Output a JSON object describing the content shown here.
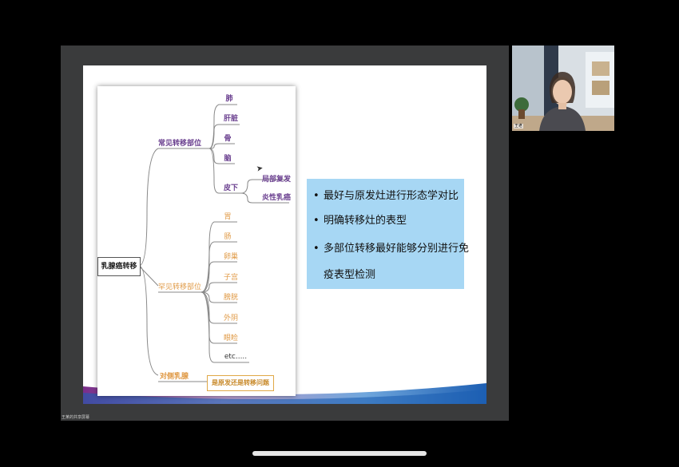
{
  "mindmap": {
    "root": "乳腺癌转移",
    "branch_common": "常见转移部位",
    "common_items": [
      "肺",
      "肝脏",
      "骨",
      "脑",
      "皮下"
    ],
    "subcutaneous_items": [
      "局部复发",
      "炎性乳癌"
    ],
    "branch_rare": "罕见转移部位",
    "rare_items": [
      "胃",
      "肠",
      "卵巢",
      "子宫",
      "膀胱",
      "外阴",
      "眼睑",
      "etc....."
    ],
    "branch_contralateral": "对侧乳腺",
    "contralateral_item": "是原发还是转移问题"
  },
  "bullets": [
    "最好与原发灶进行形态学对比",
    "明确转移灶的表型",
    "多部位转移最好能够分别进行免",
    "疫表型检测"
  ],
  "bullet_glyph": "•",
  "webcam": {
    "name_tag": "王老"
  },
  "bottom_left_label": "王某的共享屏幕",
  "colors": {
    "purple": "#6a3f8f",
    "orange": "#e09a46",
    "bullet_bg": "#a7d7f4",
    "swoosh_blue": "#1d5fb3",
    "swoosh_purple": "#7a2d8a"
  }
}
